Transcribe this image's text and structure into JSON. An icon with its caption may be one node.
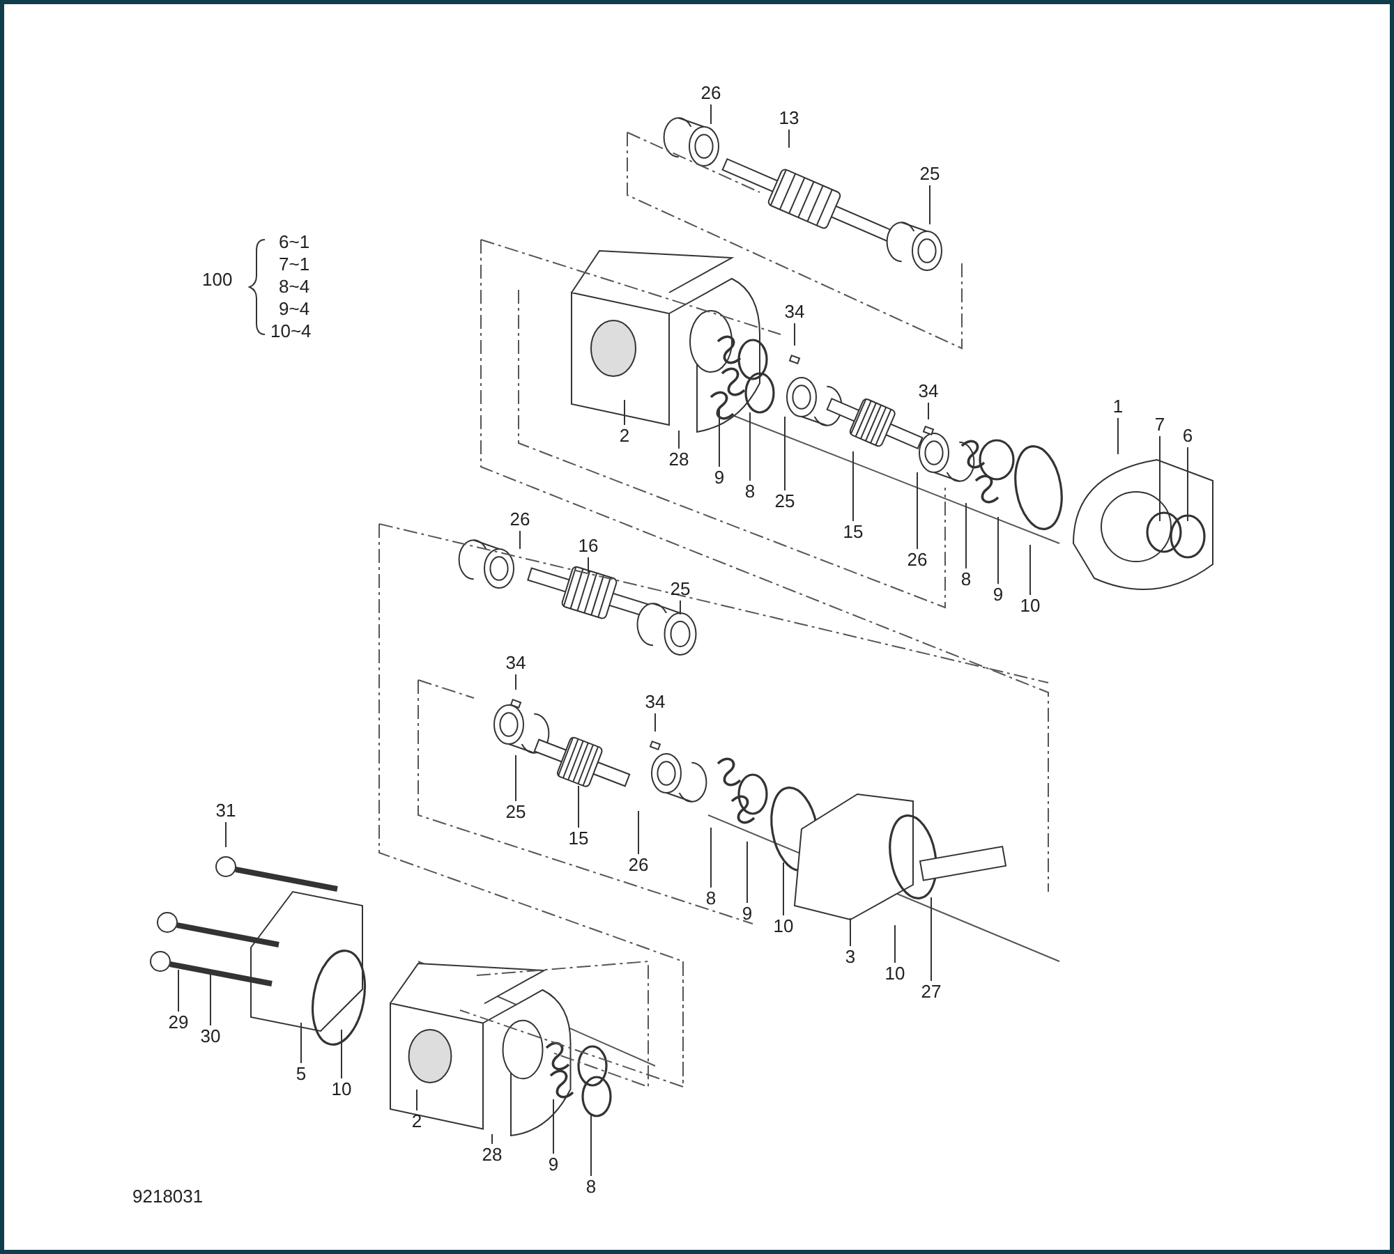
{
  "diagram": {
    "nodes": [
      {
        "text": [
          "26"
        ]
      },
      {
        "text": [
          "13"
        ]
      },
      {
        "text": [
          "25"
        ]
      },
      {
        "text": [
          "34"
        ]
      },
      {
        "text": [
          "2"
        ]
      },
      {
        "text": [
          "28"
        ]
      },
      {
        "text": [
          "9"
        ]
      },
      {
        "text": [
          "8"
        ]
      },
      {
        "text": [
          "25"
        ]
      },
      {
        "text": [
          "15"
        ]
      },
      {
        "text": [
          "34"
        ]
      },
      {
        "text": [
          "26"
        ]
      },
      {
        "text": [
          "8"
        ]
      },
      {
        "text": [
          "9"
        ]
      },
      {
        "text": [
          "10"
        ]
      },
      {
        "text": [
          "1"
        ]
      },
      {
        "text": [
          "7"
        ]
      },
      {
        "text": [
          "6"
        ]
      },
      {
        "text": [
          "26"
        ]
      },
      {
        "text": [
          "16"
        ]
      },
      {
        "text": [
          "25"
        ]
      },
      {
        "text": [
          "34"
        ]
      },
      {
        "text": [
          "25"
        ]
      },
      {
        "text": [
          "15"
        ]
      },
      {
        "text": [
          "34"
        ]
      },
      {
        "text": [
          "26"
        ]
      },
      {
        "text": [
          "8"
        ]
      },
      {
        "text": [
          "9"
        ]
      },
      {
        "text": [
          "10"
        ]
      },
      {
        "text": [
          "3"
        ]
      },
      {
        "text": [
          "10"
        ]
      },
      {
        "text": [
          "27"
        ]
      },
      {
        "text": [
          "31"
        ]
      },
      {
        "text": [
          "29"
        ]
      },
      {
        "text": [
          "30"
        ]
      },
      {
        "text": [
          "5"
        ]
      },
      {
        "text": [
          "10"
        ]
      },
      {
        "text": [
          "2"
        ]
      },
      {
        "text": [
          "28"
        ]
      },
      {
        "text": [
          "9"
        ]
      },
      {
        "text": [
          "8"
        ]
      }
    ],
    "edges": [
      {
        "from": 0,
        "to": null,
        "arrow": "none"
      },
      {
        "from": 1,
        "to": null,
        "arrow": "none"
      },
      {
        "from": 2,
        "to": null,
        "arrow": "none"
      },
      {
        "from": 3,
        "to": null,
        "arrow": "none"
      },
      {
        "from": 4,
        "to": null,
        "arrow": "none"
      },
      {
        "from": 5,
        "to": null,
        "arrow": "none"
      },
      {
        "from": 6,
        "to": null,
        "arrow": "none"
      },
      {
        "from": 7,
        "to": null,
        "arrow": "none"
      },
      {
        "from": 8,
        "to": null,
        "arrow": "none"
      },
      {
        "from": 9,
        "to": null,
        "arrow": "none"
      },
      {
        "from": 10,
        "to": null,
        "arrow": "none"
      },
      {
        "from": 11,
        "to": null,
        "arrow": "none"
      },
      {
        "from": 12,
        "to": null,
        "arrow": "none"
      },
      {
        "from": 13,
        "to": null,
        "arrow": "none"
      },
      {
        "from": 14,
        "to": null,
        "arrow": "none"
      },
      {
        "from": 15,
        "to": null,
        "arrow": "none"
      },
      {
        "from": 16,
        "to": null,
        "arrow": "none"
      },
      {
        "from": 17,
        "to": null,
        "arrow": "none"
      },
      {
        "from": 18,
        "to": null,
        "arrow": "none"
      },
      {
        "from": 19,
        "to": null,
        "arrow": "none"
      },
      {
        "from": 20,
        "to": null,
        "arrow": "none"
      },
      {
        "from": 21,
        "to": null,
        "arrow": "none"
      },
      {
        "from": 22,
        "to": null,
        "arrow": "none"
      },
      {
        "from": 23,
        "to": null,
        "arrow": "none"
      },
      {
        "from": 24,
        "to": null,
        "arrow": "none"
      },
      {
        "from": 25,
        "to": null,
        "arrow": "none"
      },
      {
        "from": 26,
        "to": null,
        "arrow": "none"
      },
      {
        "from": 27,
        "to": null,
        "arrow": "none"
      },
      {
        "from": 28,
        "to": null,
        "arrow": "none"
      },
      {
        "from": 29,
        "to": null,
        "arrow": "none"
      },
      {
        "from": 30,
        "to": null,
        "arrow": "none"
      },
      {
        "from": 31,
        "to": null,
        "arrow": "none"
      },
      {
        "from": 32,
        "to": null,
        "arrow": "none"
      },
      {
        "from": 33,
        "to": null,
        "arrow": "none"
      },
      {
        "from": 34,
        "to": null,
        "arrow": "none"
      },
      {
        "from": 35,
        "to": null,
        "arrow": "none"
      },
      {
        "from": 36,
        "to": null,
        "arrow": "none"
      },
      {
        "from": 37,
        "to": null,
        "arrow": "none"
      },
      {
        "from": 38,
        "to": null,
        "arrow": "none"
      },
      {
        "from": 39,
        "to": null,
        "arrow": "none"
      },
      {
        "from": 40,
        "to": null,
        "arrow": "none"
      }
    ],
    "labels": [
      "100",
      "6~1",
      "7~1",
      "8~4",
      "9~4",
      "10~4",
      "9218031"
    ]
  }
}
